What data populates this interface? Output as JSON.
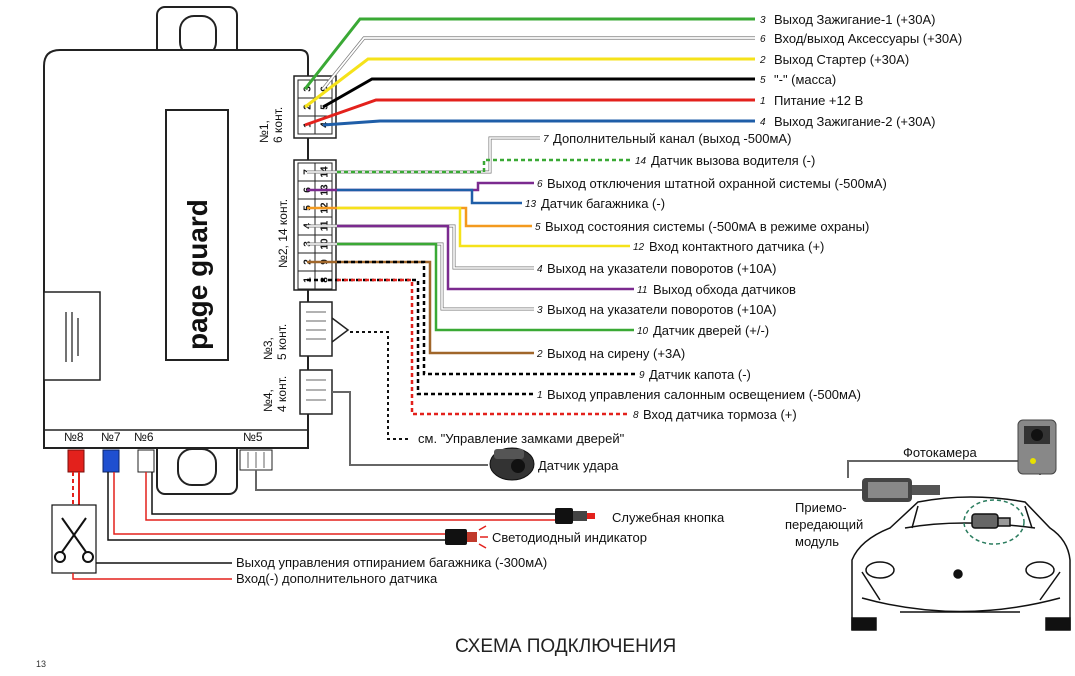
{
  "brand": "page guard",
  "connectors": {
    "c1": "№1,\n6 конт.",
    "c2": "№2, 14 конт.",
    "c3": "№3,\n5 конт.",
    "c4": "№4,\n4 конт.",
    "n8": "№8",
    "n7": "№7",
    "n6": "№6",
    "n5": "№5"
  },
  "pins_c1": [
    [
      "3",
      "6"
    ],
    [
      "2",
      "5"
    ],
    [
      "1",
      "4"
    ]
  ],
  "pins_c2": [
    [
      "7",
      "14"
    ],
    [
      "6",
      "13"
    ],
    [
      "5",
      "12"
    ],
    [
      "4",
      "11"
    ],
    [
      "3",
      "10"
    ],
    [
      "2",
      "9"
    ],
    [
      "1",
      "8"
    ]
  ],
  "wires_c1": [
    {
      "num": "3",
      "text": "Выход Зажигание-1 (+30А)",
      "color": "#3aa935"
    },
    {
      "num": "6",
      "text": "Вход/выход Аксессуары (+30А)",
      "color": "#ffffff"
    },
    {
      "num": "2",
      "text": "Выход Стартер (+30А)",
      "color": "#f5e21a"
    },
    {
      "num": "5",
      "text": "\"-\" (масса)",
      "color": "#000000"
    },
    {
      "num": "1",
      "text": "Питание +12 В",
      "color": "#e3211c"
    },
    {
      "num": "4",
      "text": "Выход Зажигание-2 (+30А)",
      "color": "#1f5ea8"
    }
  ],
  "wires_c2": [
    {
      "num": "7",
      "text": "Дополнительный канал (выход -500мА)",
      "color": "#ffffff"
    },
    {
      "num": "14",
      "text": "Датчик вызова водителя (-)",
      "color": "#3aa935"
    },
    {
      "num": "6",
      "text": "Выход отключения штатной охранной системы (-500мА)",
      "color": "#7b2a8f"
    },
    {
      "num": "13",
      "text": "Датчик багажника (-)",
      "color": "#1f5ea8"
    },
    {
      "num": "5",
      "text": "Выход состояния системы (-500мА в режиме охраны)",
      "color": "#f39a1e"
    },
    {
      "num": "12",
      "text": "Вход контактного датчика (+)",
      "color": "#f5e21a"
    },
    {
      "num": "4",
      "text": "Выход на указатели поворотов (+10А)",
      "color": "#ffffff"
    },
    {
      "num": "11",
      "text": "Выход обхода датчиков",
      "color": "#7b2a8f"
    },
    {
      "num": "3",
      "text": "Выход на указатели поворотов (+10А)",
      "color": "#ffffff"
    },
    {
      "num": "10",
      "text": "Датчик дверей (+/-)",
      "color": "#3aa935"
    },
    {
      "num": "2",
      "text": "Выход на сирену (+3А)",
      "color": "#a0662a"
    },
    {
      "num": "9",
      "text": "Датчик капота (-)",
      "color": "#000000"
    },
    {
      "num": "1",
      "text": "Выход управления салонным освещением (-500мА)",
      "color": "#000000"
    },
    {
      "num": "8",
      "text": "Вход датчика тормоза (+)",
      "color": "#e3211c"
    }
  ],
  "labels": {
    "locks": "см. \"Управление замками дверей\"",
    "shock": "Датчик удара",
    "camera": "Фотокамера",
    "transceiver": "Приемо-\nпередающий\nмодуль",
    "service_button": "Служебная кнопка",
    "led": "Светодиодный индикатор",
    "trunk": "Выход управления отпиранием багажника (-300мА)",
    "extra_sensor": "Вход(-) дополнительного датчика"
  },
  "title": "СХЕМА ПОДКЛЮЧЕНИЯ",
  "corner_mark": "13"
}
